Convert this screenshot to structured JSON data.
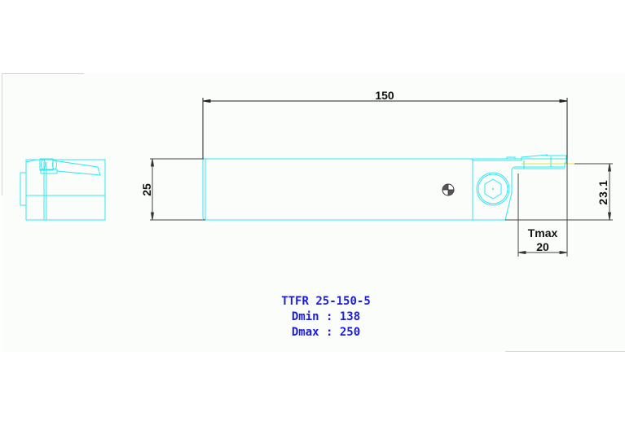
{
  "drawing": {
    "part_number": "TTFR 25-150-5",
    "dmin_label": "Dmin : 138",
    "dmax_label": "Dmax : 250",
    "colors": {
      "outline": "#33e6f0",
      "dimension": "#222222",
      "centerline": "#e6e633",
      "caption": "#1c1cdc",
      "sheet_background": "#fbfdfb"
    }
  },
  "dimensions": {
    "overall_length": "150",
    "shank_height": "25",
    "cutting_height": "23.1",
    "tmax_label": "Tmax",
    "tmax_value": "20"
  },
  "views": {
    "end_view": "end-view",
    "side_view": "side-view"
  },
  "symbols": {
    "center_of_gravity": "center-of-gravity-icon",
    "hex_socket_screw": "hex-socket-screw-icon"
  }
}
